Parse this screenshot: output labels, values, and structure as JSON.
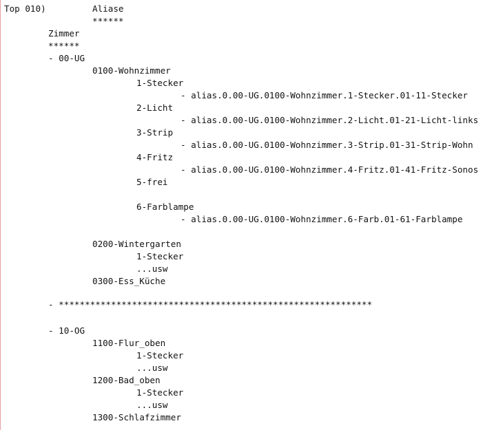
{
  "lines": [
    {
      "text": "Top 010)",
      "indent": 0
    },
    {
      "text": "Aliase",
      "indent": 2
    },
    {
      "text": "******",
      "indent": 2
    },
    {
      "text": "Zimmer",
      "indent": 1
    },
    {
      "text": "******",
      "indent": 1
    },
    {
      "text": "- 00-UG",
      "indent": 1
    },
    {
      "text": "0100-Wohnzimmer",
      "indent": 2
    },
    {
      "text": "1-Stecker",
      "indent": 3
    },
    {
      "text": "- alias.0.00-UG.0100-Wohnzimmer.1-Stecker.01-11-Stecker",
      "indent": 4
    },
    {
      "text": "2-Licht",
      "indent": 3
    },
    {
      "text": "- alias.0.00-UG.0100-Wohnzimmer.2-Licht.01-21-Licht-links",
      "indent": 4
    },
    {
      "text": "3-Strip",
      "indent": 3
    },
    {
      "text": "- alias.0.00-UG.0100-Wohnzimmer.3-Strip.01-31-Strip-Wohn",
      "indent": 4
    },
    {
      "text": "4-Fritz",
      "indent": 3
    },
    {
      "text": "- alias.0.00-UG.0100-Wohnzimmer.4-Fritz.01-41-Fritz-Sonos",
      "indent": 4
    },
    {
      "text": "5-frei",
      "indent": 3
    },
    {
      "text": "6-Farblampe",
      "indent": 3
    },
    {
      "text": "- alias.0.00-UG.0100-Wohnzimmer.6-Farb.01-61-Farblampe",
      "indent": 4
    },
    {
      "text": "0200-Wintergarten",
      "indent": 2
    },
    {
      "text": "1-Stecker",
      "indent": 3
    },
    {
      "text": "...usw",
      "indent": 3
    },
    {
      "text": "0300-Ess_Küche",
      "indent": 2
    },
    {
      "text": "- ************************************************************",
      "indent": 1
    },
    {
      "text": "- 10-OG",
      "indent": 1
    },
    {
      "text": "1100-Flur_oben",
      "indent": 2
    },
    {
      "text": "1-Stecker",
      "indent": 3
    },
    {
      "text": "...usw",
      "indent": 3
    },
    {
      "text": "1200-Bad_oben",
      "indent": 2
    },
    {
      "text": "1-Stecker",
      "indent": 3
    },
    {
      "text": "...usw",
      "indent": 3
    },
    {
      "text": "1300-Schlafzimmer",
      "indent": 2
    }
  ]
}
